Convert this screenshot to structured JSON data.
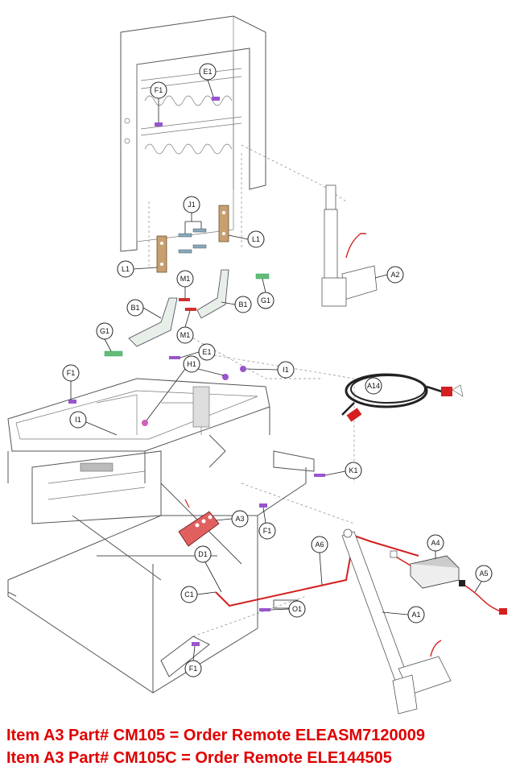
{
  "callouts": {
    "E1_top": "E1",
    "F1_top": "F1",
    "J1": "J1",
    "L1_left": "L1",
    "L1_right": "L1",
    "M1_top": "M1",
    "M1_bottom": "M1",
    "B1_left": "B1",
    "B1_right": "B1",
    "G1_left": "G1",
    "G1_right": "G1",
    "E1_mid": "E1",
    "H1": "H1",
    "I1_right": "I1",
    "I1_left": "I1",
    "F1_mid": "F1",
    "A2": "A2",
    "A14": "A14",
    "K1": "K1",
    "A3": "A3",
    "F1_lower": "F1",
    "D1": "D1",
    "A6": "A6",
    "A4": "A4",
    "A5": "A5",
    "C1": "C1",
    "O1": "O1",
    "A1": "A1",
    "F1_bottom": "F1"
  },
  "notes": [
    "Item A3 Part# CM105 = Order Remote ELEASM7120009",
    "Item A3 Part# CM105C = Order Remote ELE144505"
  ],
  "colors": {
    "note": "#e00000",
    "cable": "#d42020",
    "bracket": "#c8a070",
    "hardware_purple": "#9955cc",
    "hardware_green": "#66bb77",
    "hardware_red": "#cc3333"
  }
}
